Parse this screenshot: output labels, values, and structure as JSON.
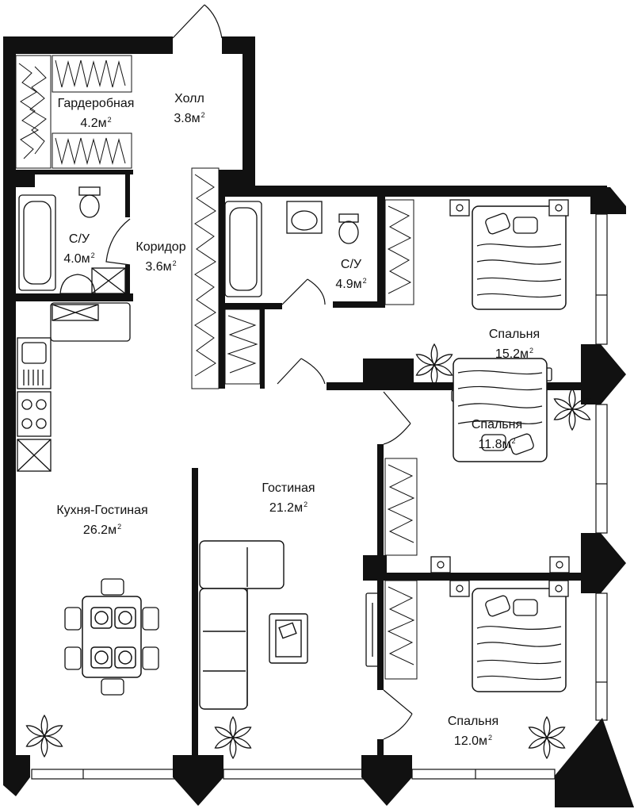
{
  "plan": {
    "rooms": [
      {
        "id": "wardrobe",
        "name": "Гардеробная",
        "area": "4.2м",
        "unit_sup": "2"
      },
      {
        "id": "hall",
        "name": "Холл",
        "area": "3.8м",
        "unit_sup": "2"
      },
      {
        "id": "bath-1",
        "name": "С/У",
        "area": "4.0м",
        "unit_sup": "2"
      },
      {
        "id": "corridor",
        "name": "Коридор",
        "area": "3.6м",
        "unit_sup": "2"
      },
      {
        "id": "bath-2",
        "name": "С/У",
        "area": "4.9м",
        "unit_sup": "2"
      },
      {
        "id": "bedroom-1",
        "name": "Спальня",
        "area": "15.2м",
        "unit_sup": "2"
      },
      {
        "id": "bedroom-2",
        "name": "Спальня",
        "area": "11.8м",
        "unit_sup": "2"
      },
      {
        "id": "living-room",
        "name": "Гостиная",
        "area": "21.2м",
        "unit_sup": "2"
      },
      {
        "id": "kitchen-living",
        "name": "Кухня-Гостиная",
        "area": "26.2м",
        "unit_sup": "2"
      },
      {
        "id": "bedroom-3",
        "name": "Спальня",
        "area": "12.0м",
        "unit_sup": "2"
      }
    ],
    "colors": {
      "wall": "#111111",
      "background": "#ffffff",
      "line": "#111111"
    }
  }
}
